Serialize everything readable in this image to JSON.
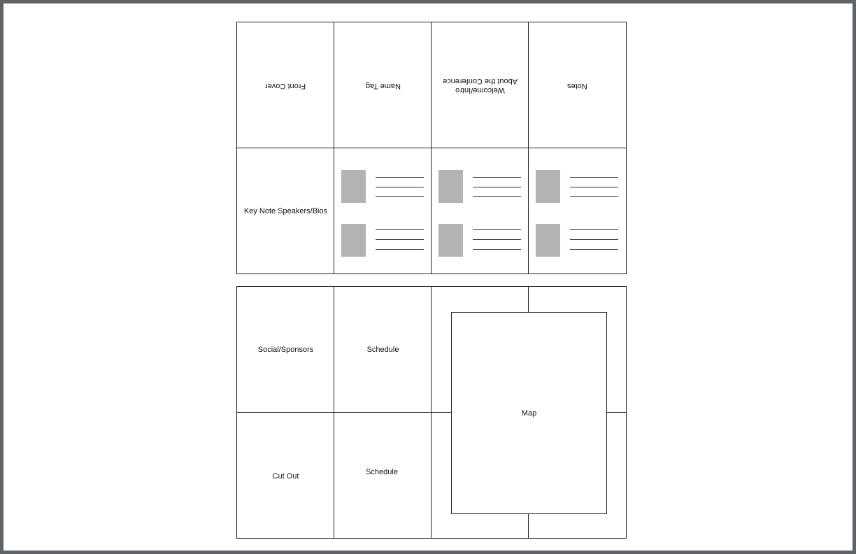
{
  "top_sheet": {
    "front_cover": "Front Cover",
    "name_tag": "Name Tag",
    "welcome_line1": "Welcome/Intro",
    "welcome_line2": "About the Conference",
    "notes": "Notes",
    "keynote": "Key Note Speakers/Bios"
  },
  "bottom_sheet": {
    "social_sponsors": "Social/Sponsors",
    "schedule_top": "Schedule",
    "cut_out": "Cut Out",
    "schedule_bottom": "Schedule",
    "map": "Map"
  },
  "colors": {
    "background": "#5f6368",
    "page": "#ffffff",
    "line": "#222222",
    "photo_placeholder": "#b3b3b3"
  }
}
